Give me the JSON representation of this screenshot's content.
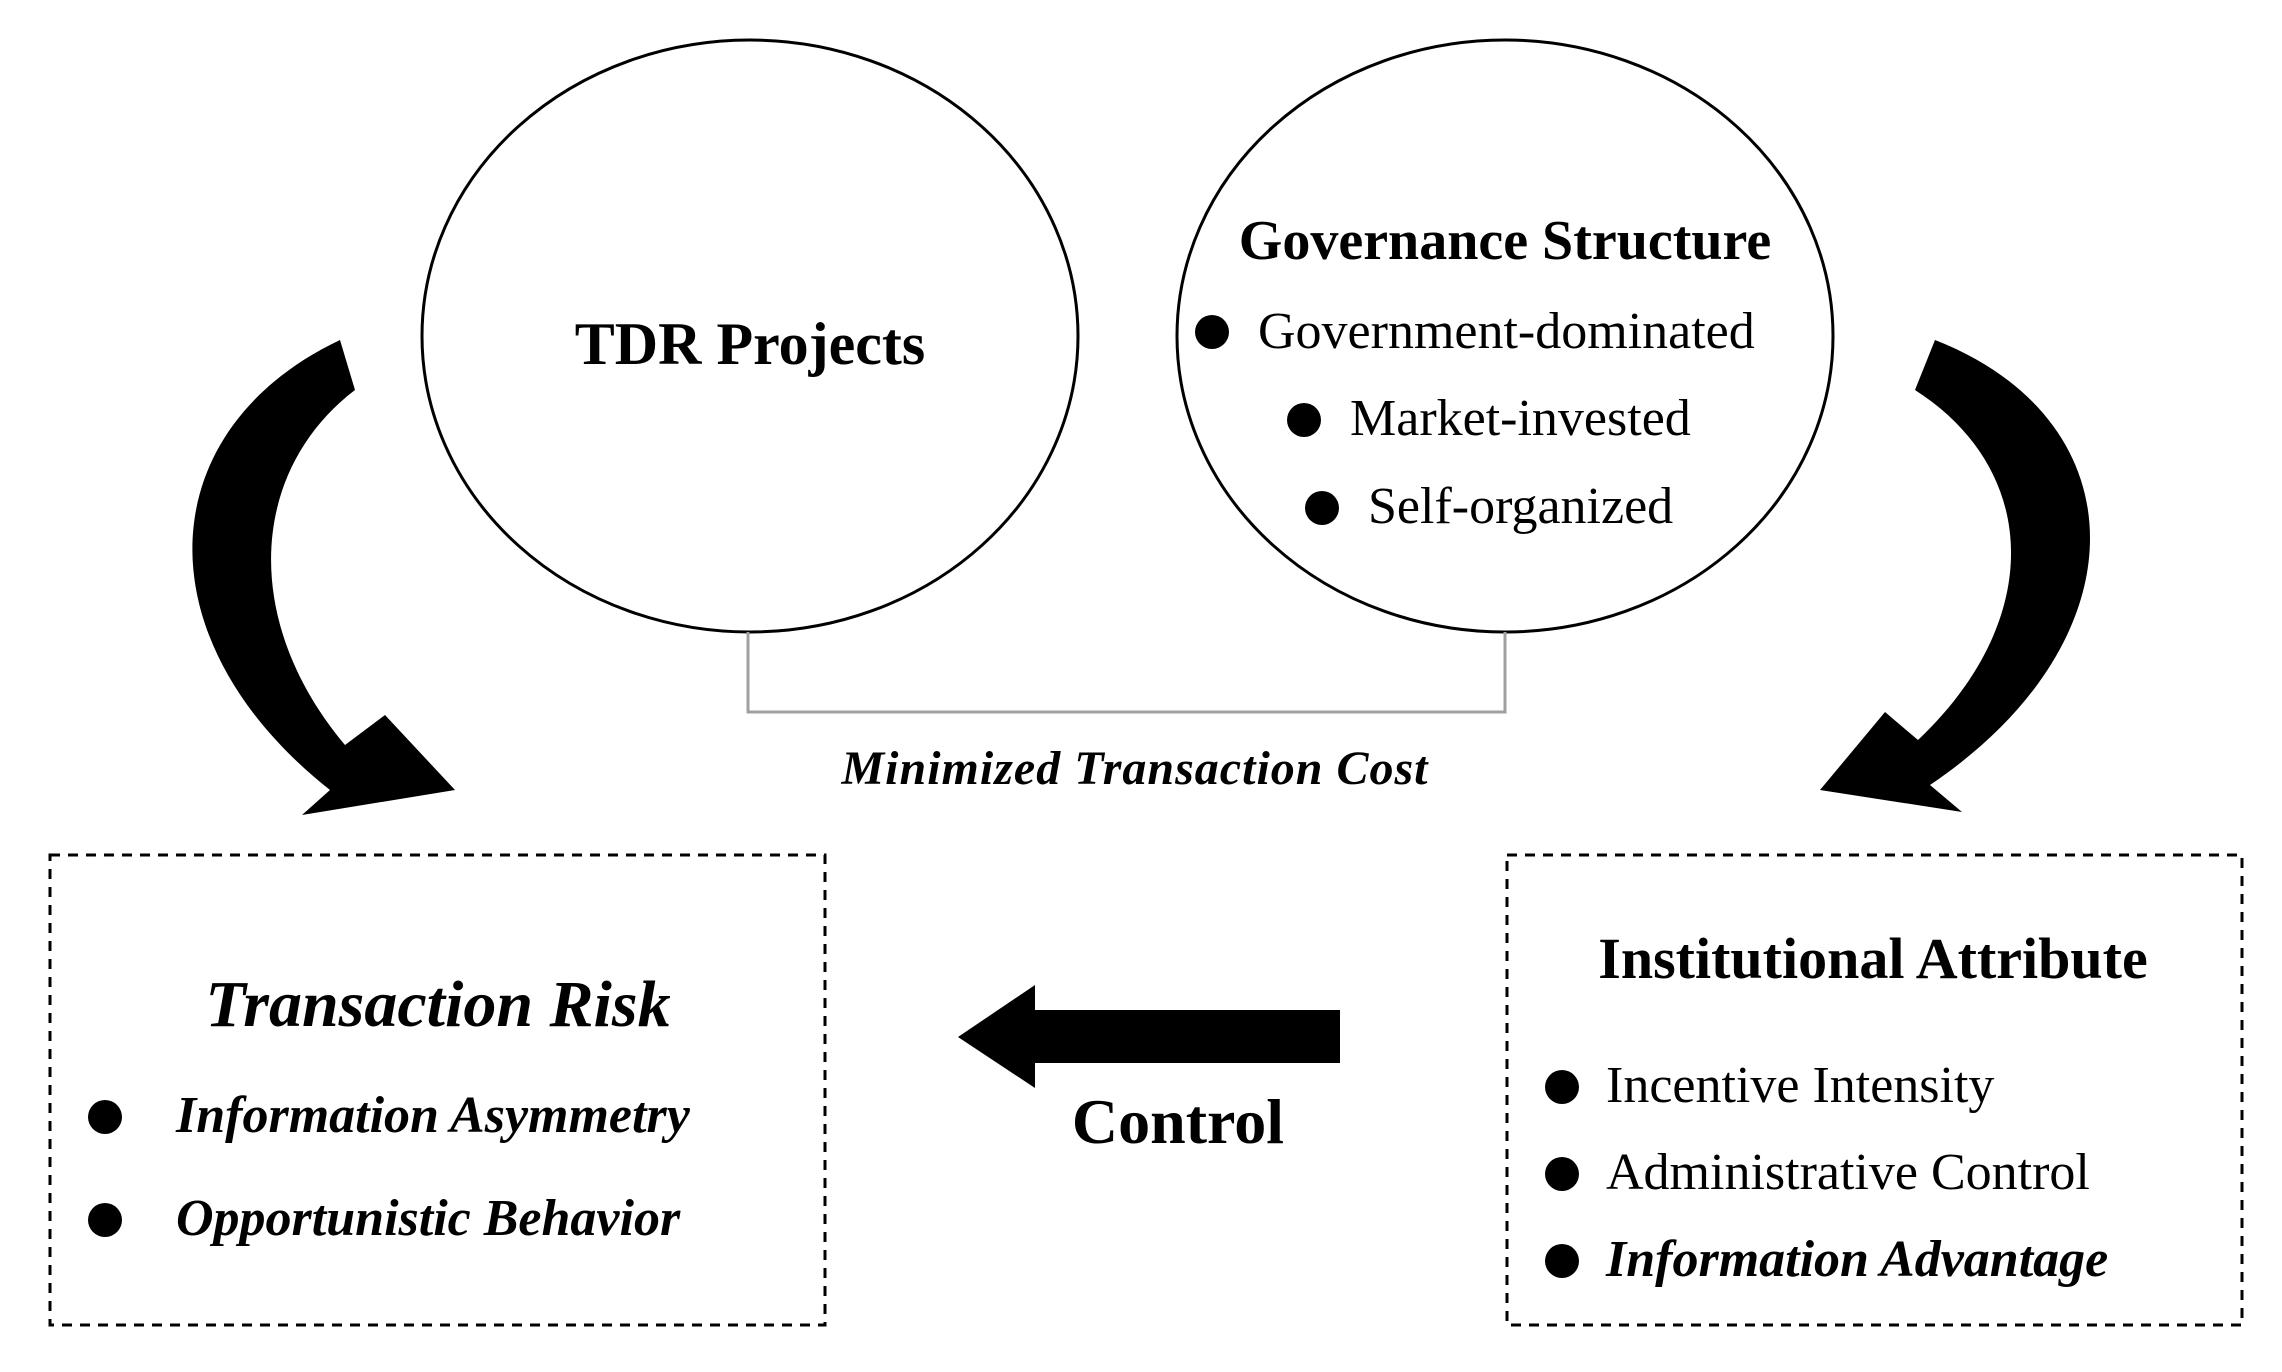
{
  "tdr_projects": {
    "title": "TDR Projects"
  },
  "governance_structure": {
    "title": "Governance Structure",
    "items": [
      "Government-dominated",
      "Market-invested",
      "Self-organized"
    ]
  },
  "link_label": "Minimized Transaction Cost",
  "transaction_risk": {
    "title": "Transaction Risk",
    "items": [
      "Information Asymmetry",
      "Opportunistic Behavior"
    ]
  },
  "institutional_attribute": {
    "title": "Institutional Attribute",
    "items": [
      "Incentive Intensity",
      "Administrative Control",
      "Information Advantage"
    ]
  },
  "control_label": "Control"
}
